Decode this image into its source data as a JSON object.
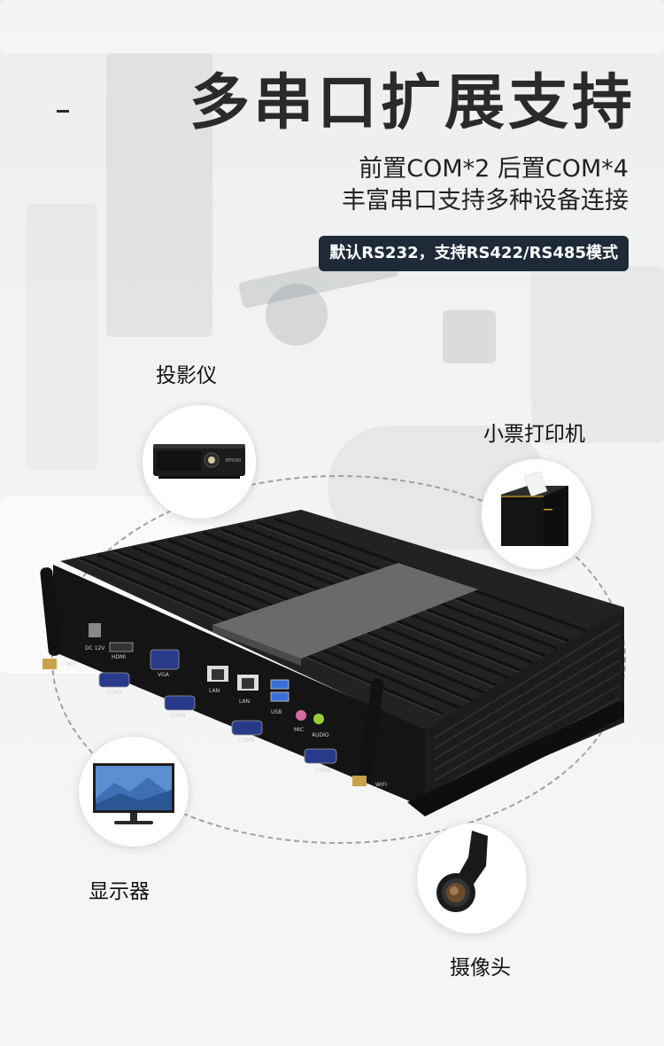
{
  "header": {
    "title": "多串口扩展支持",
    "subtitle_line1": "前置COM*2  后置COM*4",
    "subtitle_line2": "丰富串口支持多种设备连接",
    "badge": "默认RS232，支持RS422/RS485模式"
  },
  "devices": {
    "projector": "投影仪",
    "receipt_printer": "小票打印机",
    "monitor": "显示器",
    "camera": "摄像头"
  },
  "port_labels": {
    "dc": "DC 12V",
    "hdmi": "HDMI",
    "vga": "VGA",
    "com3": "COM3",
    "com4": "COM4",
    "com5": "COM5",
    "com6": "COM6",
    "lan1": "LAN",
    "lan2": "LAN",
    "usb": "USB",
    "mic": "MIC",
    "audio": "AUDIO",
    "wifi_left": "WIFI",
    "wifi_right": "WIFI",
    "projector_brand": "EPSON"
  },
  "colors": {
    "badge_bg": "#1e2a38",
    "title": "#2a2a2a",
    "dashed_ring": "#9da1a4"
  }
}
